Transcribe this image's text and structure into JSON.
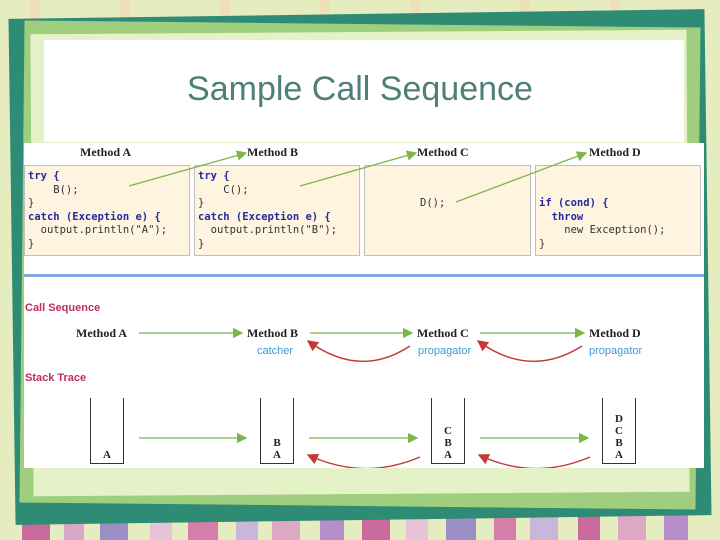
{
  "slide": {
    "title": "Sample Call Sequence"
  },
  "methods": [
    {
      "name": "Method A",
      "code": [
        "try {",
        "    B();",
        "}",
        "catch (Exception e) {",
        "  output.println(\"A\");",
        "}"
      ]
    },
    {
      "name": "Method B",
      "code": [
        "try {",
        "    C();",
        "}",
        "catch (Exception e) {",
        "  output.println(\"B\");",
        "}"
      ]
    },
    {
      "name": "Method C",
      "code": [
        "D();"
      ]
    },
    {
      "name": "Method D",
      "code": [
        "if (cond) {",
        "  throw",
        "    new Exception();",
        "}"
      ]
    }
  ],
  "call_sequence": {
    "heading": "Call Sequence",
    "nodes": [
      {
        "label": "Method A",
        "role": ""
      },
      {
        "label": "Method B",
        "role": "catcher"
      },
      {
        "label": "Method C",
        "role": "propagator"
      },
      {
        "label": "Method D",
        "role": "propagator"
      }
    ]
  },
  "stack_trace": {
    "heading": "Stack Trace",
    "stacks": [
      [
        "A"
      ],
      [
        "B",
        "A"
      ],
      [
        "C",
        "B",
        "A"
      ],
      [
        "D",
        "C",
        "B",
        "A"
      ]
    ]
  },
  "colors": {
    "green_arrow": "#7ab648",
    "red_arrow": "#c23a36",
    "section_heading": "#c12d5a",
    "role_text": "#3b9bd6",
    "title_text": "#4f8077"
  }
}
